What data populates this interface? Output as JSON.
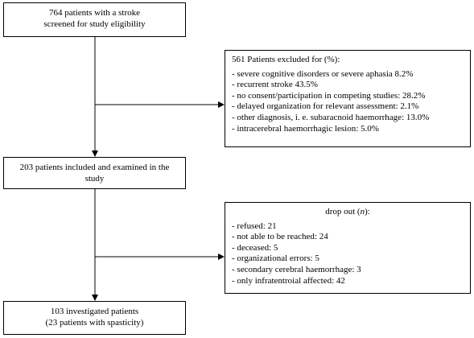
{
  "screened": {
    "lines": [
      "764 patients  with a stroke",
      "screened for study eligibility"
    ]
  },
  "excluded": {
    "heading": "561 Patients excluded for (%):",
    "items": [
      "- severe cognitive disorders or severe aphasia 8.2%",
      "- recurrent stroke 43.5%",
      "- no consent/participation in competing studies: 28.2%",
      "- delayed organization for relevant assessment: 2.1%",
      "- other diagnosis, i. e. subaracnoid haemorrhage: 13.0%",
      "- intracerebral haemorrhagic lesion: 5.0%"
    ]
  },
  "included": {
    "lines": [
      "203 patients included and examined in the",
      "study"
    ]
  },
  "dropout": {
    "heading_prefix": "drop out (",
    "heading_var": "n",
    "heading_suffix": "):",
    "items": [
      "- refused: 21",
      "- not able to be reached: 24",
      "- deceased: 5",
      "- organizational errors: 5",
      "- secondary cerebral haemorrhage: 3",
      "- only infratentroial affected: 42"
    ]
  },
  "final": {
    "lines": [
      "103 investigated patients",
      "(23 patients with spasticity)"
    ]
  }
}
